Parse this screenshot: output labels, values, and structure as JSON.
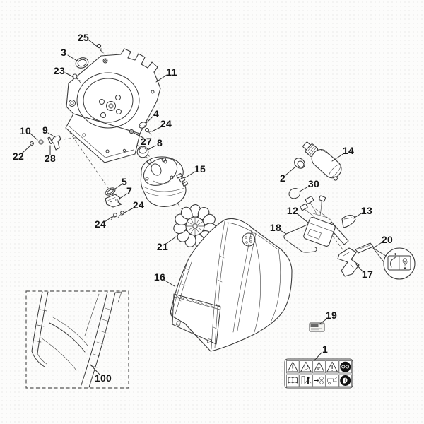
{
  "colors": {
    "background": "#fcfcfb",
    "line": "#3a3a3a",
    "label_text": "#141414"
  },
  "callouts": [
    {
      "label": "25"
    },
    {
      "label": "3"
    },
    {
      "label": "23"
    },
    {
      "label": "11"
    },
    {
      "label": "4"
    },
    {
      "label": "24"
    },
    {
      "label": "10"
    },
    {
      "label": "9"
    },
    {
      "label": "27"
    },
    {
      "label": "8"
    },
    {
      "label": "22"
    },
    {
      "label": "28"
    },
    {
      "label": "15"
    },
    {
      "label": "2"
    },
    {
      "label": "14"
    },
    {
      "label": "5"
    },
    {
      "label": "7"
    },
    {
      "label": "30"
    },
    {
      "label": "24"
    },
    {
      "label": "12"
    },
    {
      "label": "13"
    },
    {
      "label": "24"
    },
    {
      "label": "18"
    },
    {
      "label": "21"
    },
    {
      "label": "16"
    },
    {
      "label": "20"
    },
    {
      "label": "17"
    },
    {
      "label": "19"
    },
    {
      "label": "1"
    },
    {
      "label": "100"
    }
  ],
  "warning_decal": {
    "rows": [
      [
        "warning-general-icon",
        "warning-thrown-objects-icon",
        "warning-cut-hazard-icon",
        "warning-sharp-blade-icon",
        "wear-eye-protection-icon"
      ],
      [
        "read-manual-icon",
        "keep-bystanders-away-icon",
        "rotating-blades-icon",
        "wait-for-blade-stop-icon",
        "wear-gloves-icon"
      ]
    ]
  },
  "detail_decal": {
    "symbols": [
      "feed-lever-icon",
      "plant-material-icon"
    ]
  }
}
